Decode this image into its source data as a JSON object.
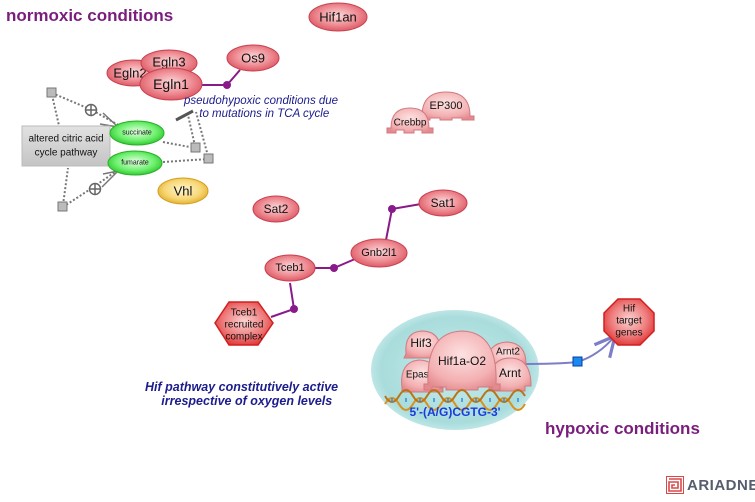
{
  "titles": {
    "normoxic": "normoxic conditions",
    "hypoxic": "hypoxic conditions"
  },
  "notes": {
    "pseudohypoxic": "pseudohypoxic conditions due\n  to mutations in TCA cycle",
    "constitutive": "Hif pathway constitutively active\n   irrespective of oxygen levels"
  },
  "colors": {
    "title": "#7a1e7e",
    "note": "#1c1c8c",
    "protein_fill": "#e8707a",
    "protein_stroke": "#c84050",
    "metabolite_fill": "#3ddc3d",
    "vhl_fill": "#f0c040",
    "edge_binding": "#8a1a8a",
    "edge_transcription": "#7d7dc8",
    "complex_bg": "#a8dcdc",
    "dna_label": "#1a3adc"
  },
  "nodes": {
    "hif1an": "Hif1an",
    "egln2": "Egln2",
    "egln3": "Egln3",
    "egln1": "Egln1",
    "os9": "Os9",
    "crebbp": "Crebbp",
    "ep300": "EP300",
    "vhl": "Vhl",
    "sat2": "Sat2",
    "sat1": "Sat1",
    "gnb2l1": "Gnb2l1",
    "tceb1": "Tceb1",
    "tceb1_complex": [
      "Tceb1",
      "recruited",
      "complex"
    ],
    "succinate": "succinate",
    "fumarate": "fumarate",
    "tca_pathway": [
      "altered citric acid",
      "cycle pathway"
    ],
    "hif_targets": [
      "Hif",
      "target",
      "genes"
    ]
  },
  "complex": {
    "members": {
      "hif3": "Hif3",
      "hif1a": "Hif1a-O2",
      "arnt2": "Arnt2",
      "epas1": "Epas1",
      "arnt": "Arnt"
    },
    "dna_motif": "5'-(A/G)CGTG-3'"
  },
  "logo": {
    "text": "ARIADNE"
  }
}
